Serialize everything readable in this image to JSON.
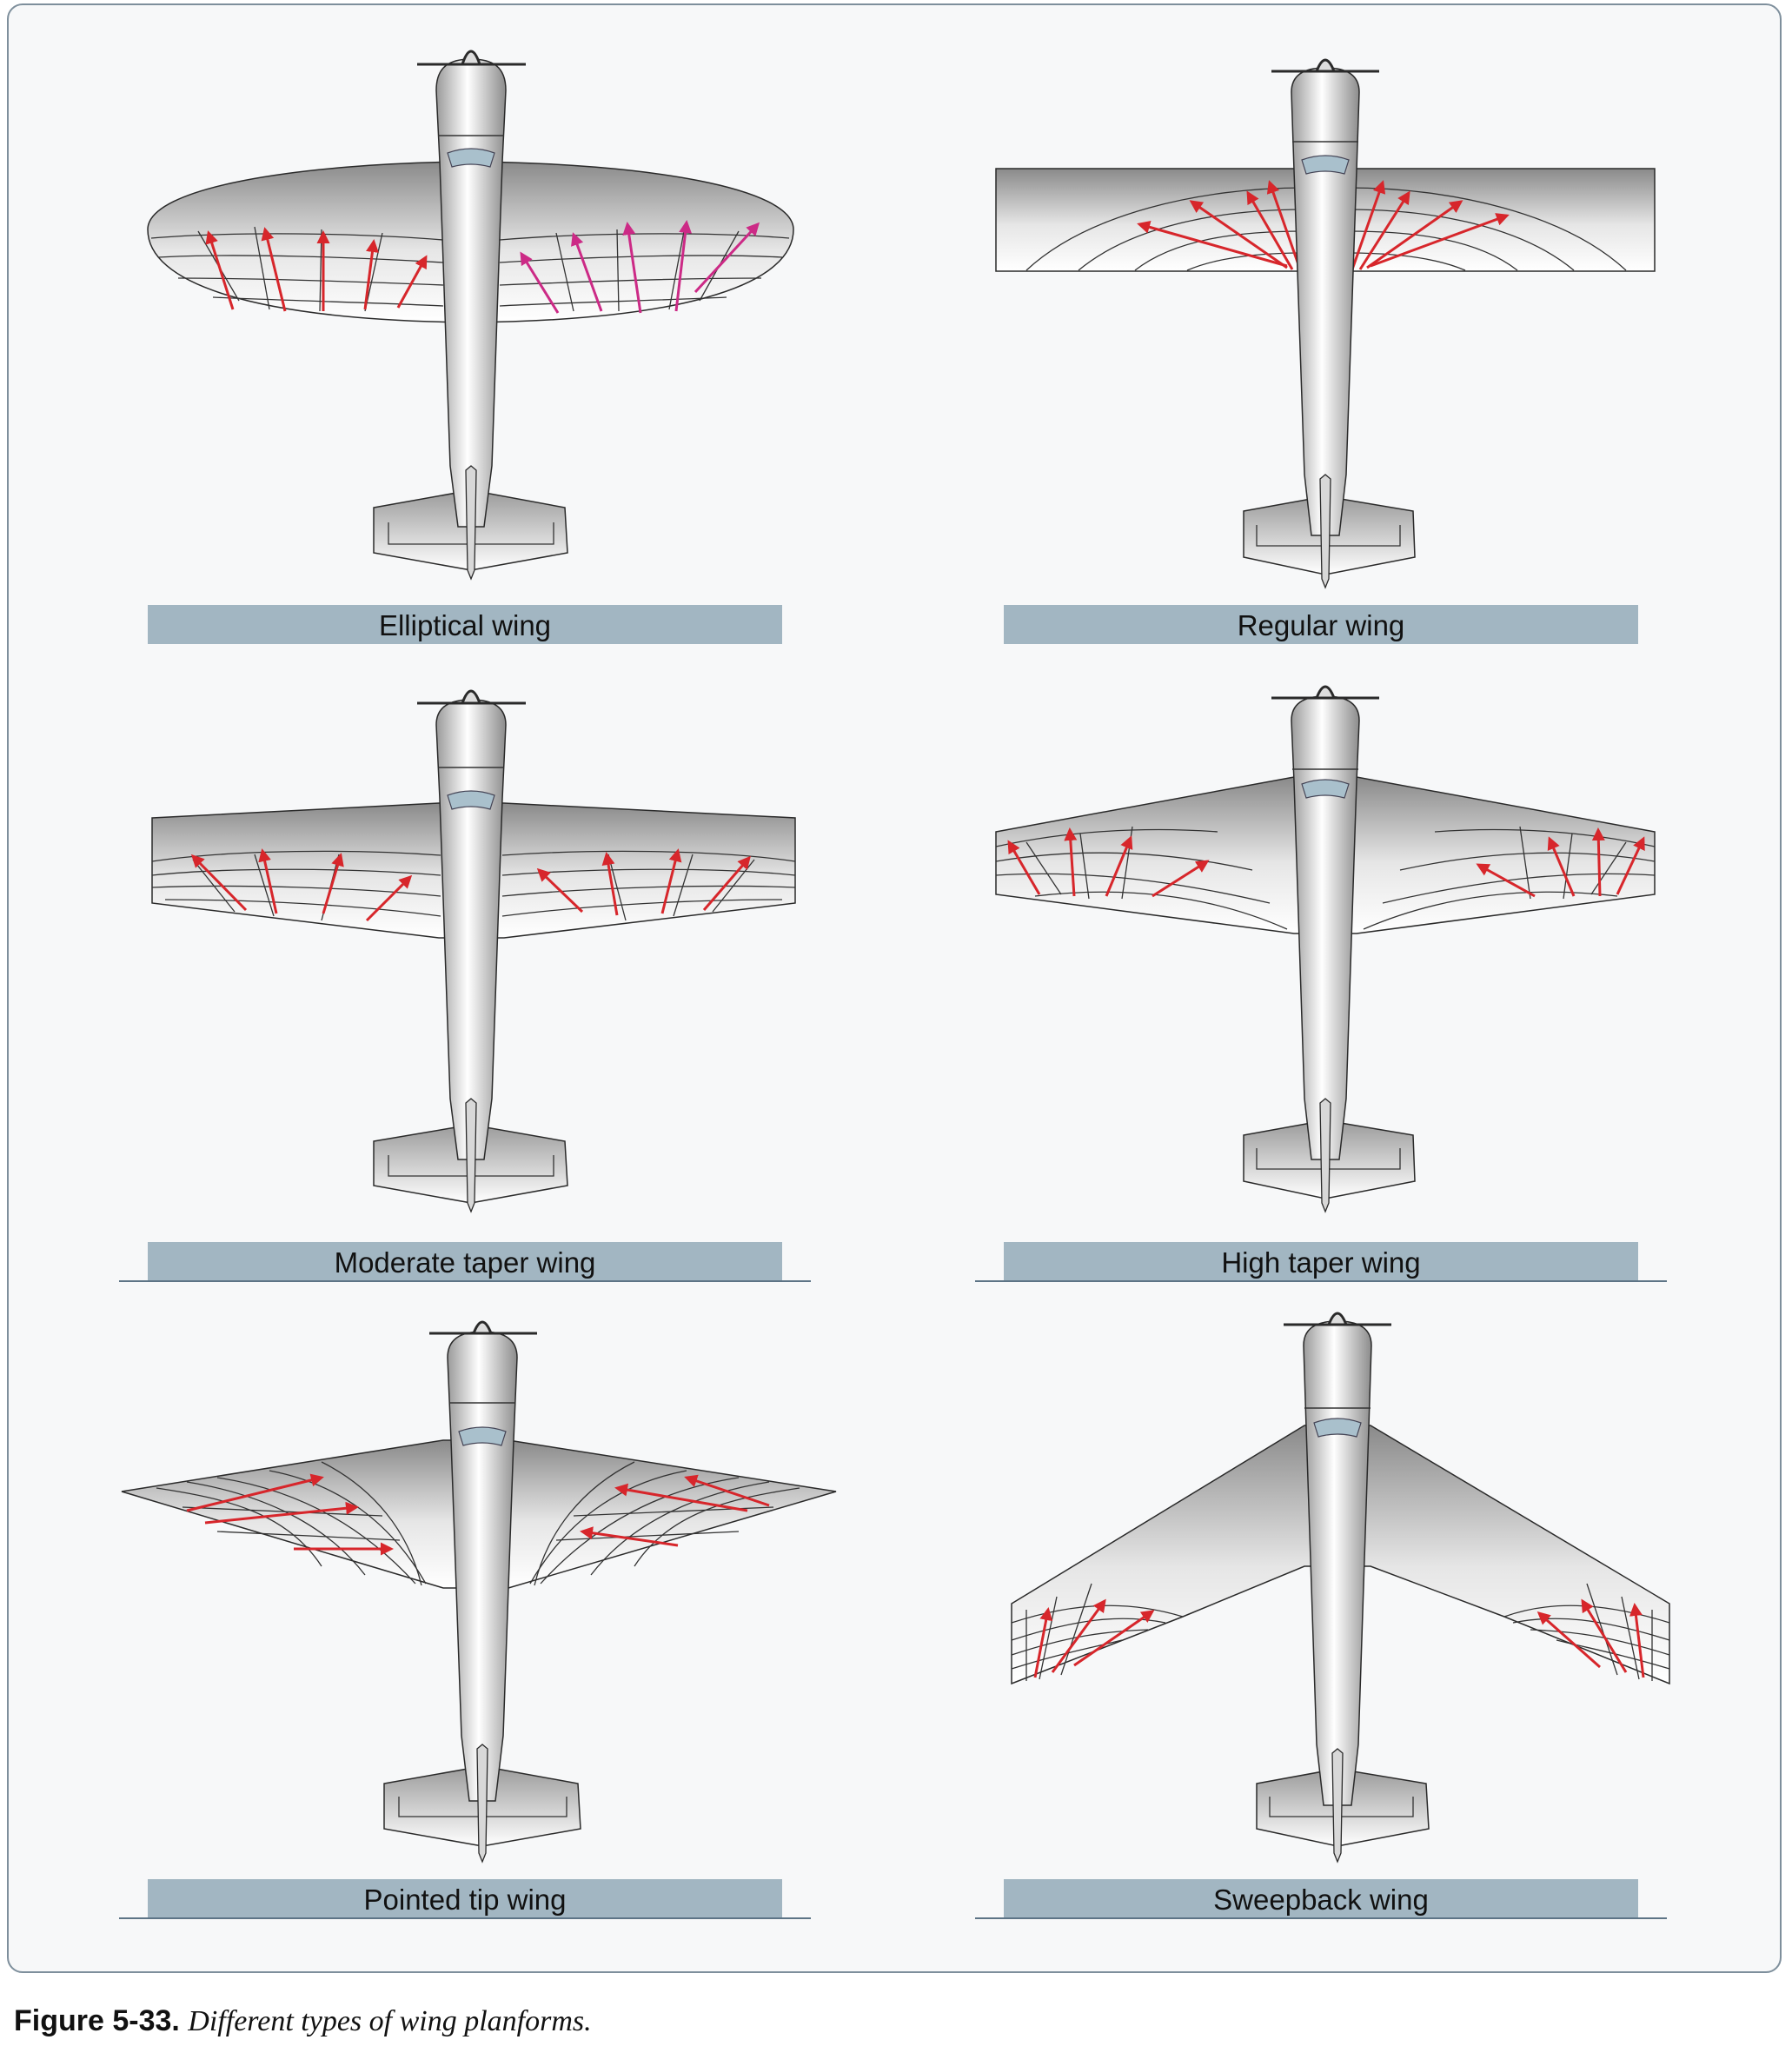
{
  "figure": {
    "panels": [
      {
        "id": "elliptical",
        "label": "Elliptical wing"
      },
      {
        "id": "regular",
        "label": "Regular wing"
      },
      {
        "id": "moderate-taper",
        "label": "Moderate taper wing"
      },
      {
        "id": "high-taper",
        "label": "High taper wing"
      },
      {
        "id": "pointed-tip",
        "label": "Pointed tip wing"
      },
      {
        "id": "sweepback",
        "label": "Sweepback wing"
      }
    ],
    "caption": {
      "number": "Figure 5-33.",
      "text": "Different types of wing planforms."
    }
  },
  "colors": {
    "arrow": "#d7262b",
    "arrow_magenta": "#cc2a86",
    "outline": "#2a2a2a",
    "label_bar": "#a2b6c2",
    "frame": "#7e8f9c",
    "canopy": "#a9c0cc"
  }
}
